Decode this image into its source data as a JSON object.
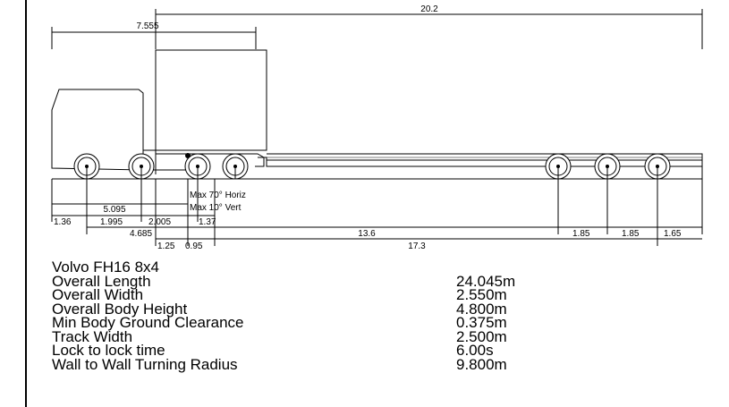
{
  "dimensions": {
    "overall_length": "20.2",
    "front_overhang_to_trailer": "7.555",
    "wheelbase_a": "5.095",
    "front_overhang": "1.36",
    "axle_spacing_1": "1.995",
    "axle_spacing_2": "2.005",
    "axle_spacing_3": "1.37",
    "kingpin_offset": "4.685",
    "gap_a": "1.25",
    "gap_b": "0.95",
    "trailer_wheelbase": "13.6",
    "trailer_overall": "17.3",
    "trailer_axle_spacing_1": "1.85",
    "trailer_axle_spacing_2": "1.85",
    "rear_overhang": "1.65"
  },
  "articulation": {
    "horizontal": "Max 70° Horiz",
    "vertical": "Max 10° Vert"
  },
  "specs": {
    "vehicle_name": "Volvo FH16 8x4",
    "rows": [
      {
        "label": "Overall Length",
        "value": "24.045m"
      },
      {
        "label": "Overall Width",
        "value": "2.550m"
      },
      {
        "label": "Overall Body Height",
        "value": "4.800m"
      },
      {
        "label": "Min Body Ground Clearance",
        "value": "0.375m"
      },
      {
        "label": "Track Width",
        "value": "2.500m"
      },
      {
        "label": "Lock to lock time",
        "value": "6.00s"
      },
      {
        "label": "Wall to Wall Turning Radius",
        "value": "9.800m"
      }
    ]
  }
}
